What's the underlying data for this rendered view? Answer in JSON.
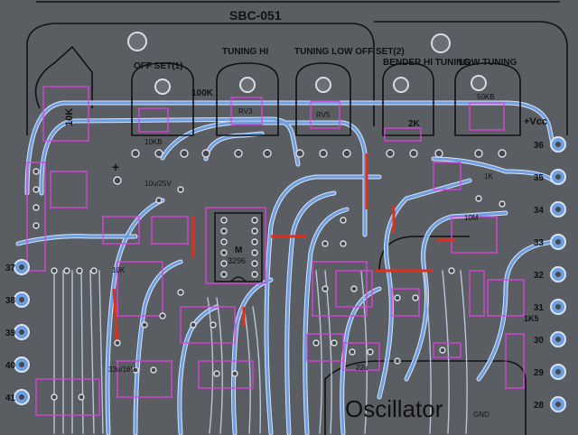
{
  "board": {
    "title": "SBC-051",
    "footer_label": "Oscillator",
    "colors": {
      "background": "#5a5e63",
      "silkscreen": "#111111",
      "trace": "#6f9ee0",
      "trace_edge": "#d7e4f7",
      "component_outline": "#e040e0",
      "jumper": "#e0301c",
      "pad": "#d9dde3"
    }
  },
  "controls": [
    {
      "label": "OFF SET(1)",
      "value": "10KB"
    },
    {
      "label": "TUNING HI",
      "value": "RV3"
    },
    {
      "label": "TUNING LOW OFF SET(2)",
      "value": "RV5"
    },
    {
      "label": "BENDER HI TUNING",
      "value": ""
    },
    {
      "label": "LOW TUNING",
      "value": "50KB"
    }
  ],
  "part_labels": [
    "10K",
    "100K",
    "2K",
    "+Vcc",
    "10u/25V",
    "1K",
    "10M",
    "33u/16V",
    "+",
    "M",
    "3296",
    "22u",
    "1K5",
    "10K",
    "GND"
  ],
  "edge_left": [
    "37",
    "38",
    "39",
    "40",
    "41"
  ],
  "edge_right": [
    "36",
    "35",
    "34",
    "33",
    "32",
    "31",
    "30",
    "29",
    "28"
  ]
}
